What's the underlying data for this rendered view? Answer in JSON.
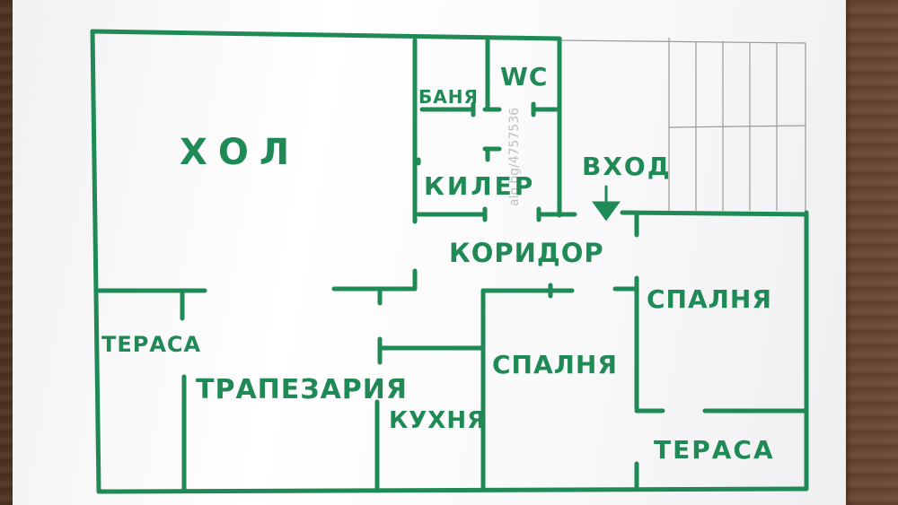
{
  "colors": {
    "ink": "#1f8a56",
    "pencil": "#9a9a9a"
  },
  "rooms": {
    "hol": "ХОЛ",
    "banya": "БАНЯ",
    "wc": "WC",
    "kiler": "КИЛЕР",
    "vhod": "ВХОД",
    "koridor": "КОРИДОР",
    "spalnya_right": "СПАЛНЯ",
    "spalnya_mid": "СПАЛНЯ",
    "terasa_left": "ТЕРАСА",
    "trapezaria": "ТРАПЕЗАРИЯ",
    "kuhnya": "КУХНЯ",
    "terasa_right": "ТЕРАСА"
  },
  "watermark": "alo.bg/4757536"
}
